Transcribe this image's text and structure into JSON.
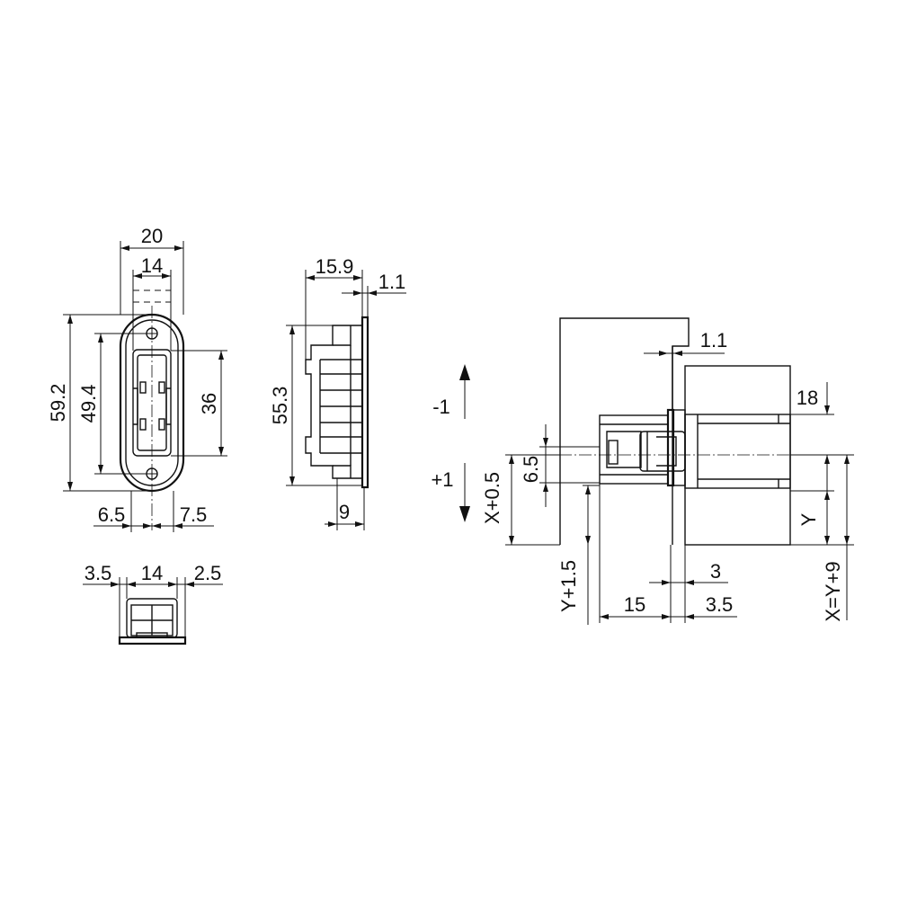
{
  "drawing": {
    "front_view": {
      "width_outer": "20",
      "width_inner": "14",
      "height_outer": "59.2",
      "height_inner": "49.4",
      "height_hole": "36",
      "offset_left": "6.5",
      "offset_right": "7.5"
    },
    "bottom_view": {
      "left": "3.5",
      "middle": "14",
      "right": "2.5"
    },
    "side_view": {
      "depth": "15.9",
      "plate": "1.1",
      "height": "55.3",
      "base": "9"
    },
    "install_view": {
      "gap_top": "1.1",
      "top_depth": "18",
      "offset_mid": "6.5",
      "x_offset": "X+0.5",
      "y_offset": "Y+1.5",
      "y_label": "Y",
      "x_formula": "X=Y+9",
      "bottom_left": "15",
      "bottom_gap": "3",
      "bottom_right": "3.5",
      "arrow_up": "-1",
      "arrow_down": "+1"
    }
  }
}
